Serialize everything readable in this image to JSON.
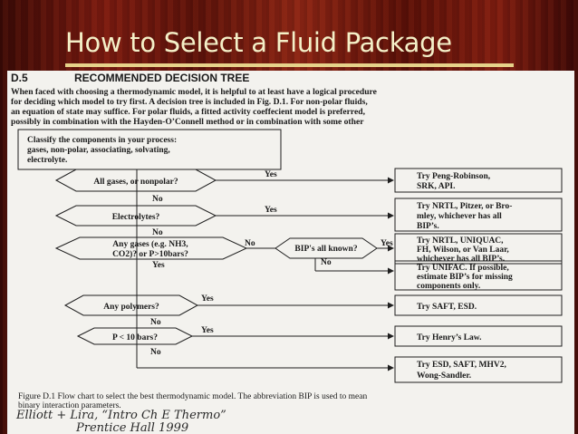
{
  "slide": {
    "title": "How to Select a Fluid Package"
  },
  "doc": {
    "section_number": "D.5",
    "section_title": "RECOMMENDED DECISION TREE",
    "paragraph": [
      "When faced with choosing a thermodynamic model, it is helpful to at least have a logical procedure",
      "for deciding which model to try first. A decision tree is included in Fig. D.1. For non-polar fluids,",
      "an equation of state may suffice. For polar fluids, a fitted activity coeffecient model is preferred,",
      "possibly in combination with the Hayden-O’Connell method or in combination with some other"
    ],
    "classify": [
      "Classify the components in your process:",
      "gases, non-polar, associating, solvating,",
      "electrolyte."
    ],
    "decisions": {
      "d1": "All gases, or nonpolar?",
      "d2": "Electrolytes?",
      "d3": [
        "Any gases (e.g. NH3,",
        "CO2)? or P>10bars?"
      ],
      "d4": "BIP's all known?",
      "d5": "Any polymers?",
      "d6": "P < 10 bars?"
    },
    "results": {
      "r1": [
        "Try Peng-Robinson,",
        "SRK, API."
      ],
      "r2": [
        "Try NRTL, Pitzer, or Bro-",
        "mley, whichever has all",
        "BIP’s."
      ],
      "r3": [
        "Try NRTL, UNIQUAC,",
        "FH, Wilson, or Van Laar,",
        "whichever has all BIP’s."
      ],
      "r4": [
        "Try UNIFAC. If possible,",
        "estimate BIP’s for missing",
        "components only."
      ],
      "r5": "Try SAFT, ESD.",
      "r6": "Try Henry’s Law.",
      "r7": [
        "Try ESD, SAFT, MHV2,",
        "Wong-Sandler."
      ]
    },
    "branch_labels": {
      "yes": "Yes",
      "no": "No"
    },
    "caption": [
      "Figure D.1  Flow chart to select the best thermodynamic model. The abbreviation BIP is used to mean",
      "binary interaction parameters."
    ],
    "handwritten": [
      "Elliott + Lira, “Intro Ch E Thermo”",
      "Prentice Hall   1999"
    ]
  }
}
